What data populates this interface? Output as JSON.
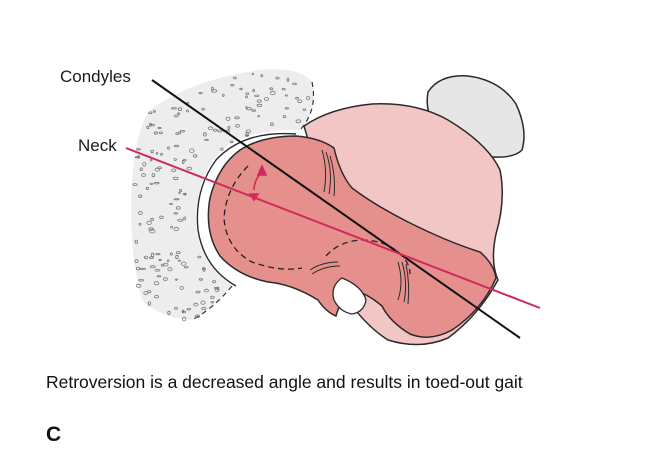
{
  "labels": {
    "condyles": "Condyles",
    "neck": "Neck"
  },
  "caption": "Retroversion is a decreased angle and results in toed-out gait",
  "panel_letter": "C",
  "colors": {
    "bone_light": "#f2c6c4",
    "bone_mid": "#e6908e",
    "acetabulum_fill": "#ededed",
    "patella_fill": "#e6e6e6",
    "condyle_line": "#111111",
    "neck_line": "#d02a5a",
    "outline": "#2a2a2a"
  }
}
